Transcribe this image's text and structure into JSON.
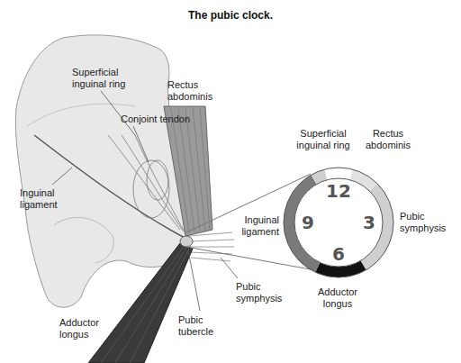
{
  "diagram": {
    "title": "The pubic clock.",
    "nodes": [
      {
        "text": [
          "12",
          "3",
          "6",
          "9"
        ]
      }
    ],
    "labels": [
      "Superficial inguinal ring",
      "Conjoint tendon",
      "Rectus abdominis",
      "Inguinal ligament",
      "Pubic symphysis",
      "Adductor longus",
      "Pubic tubercle",
      "Superficial inguinal ring",
      "Rectus abdominis",
      "Inguinal ligament",
      "Pubic symphysis",
      "Adductor longus"
    ]
  }
}
